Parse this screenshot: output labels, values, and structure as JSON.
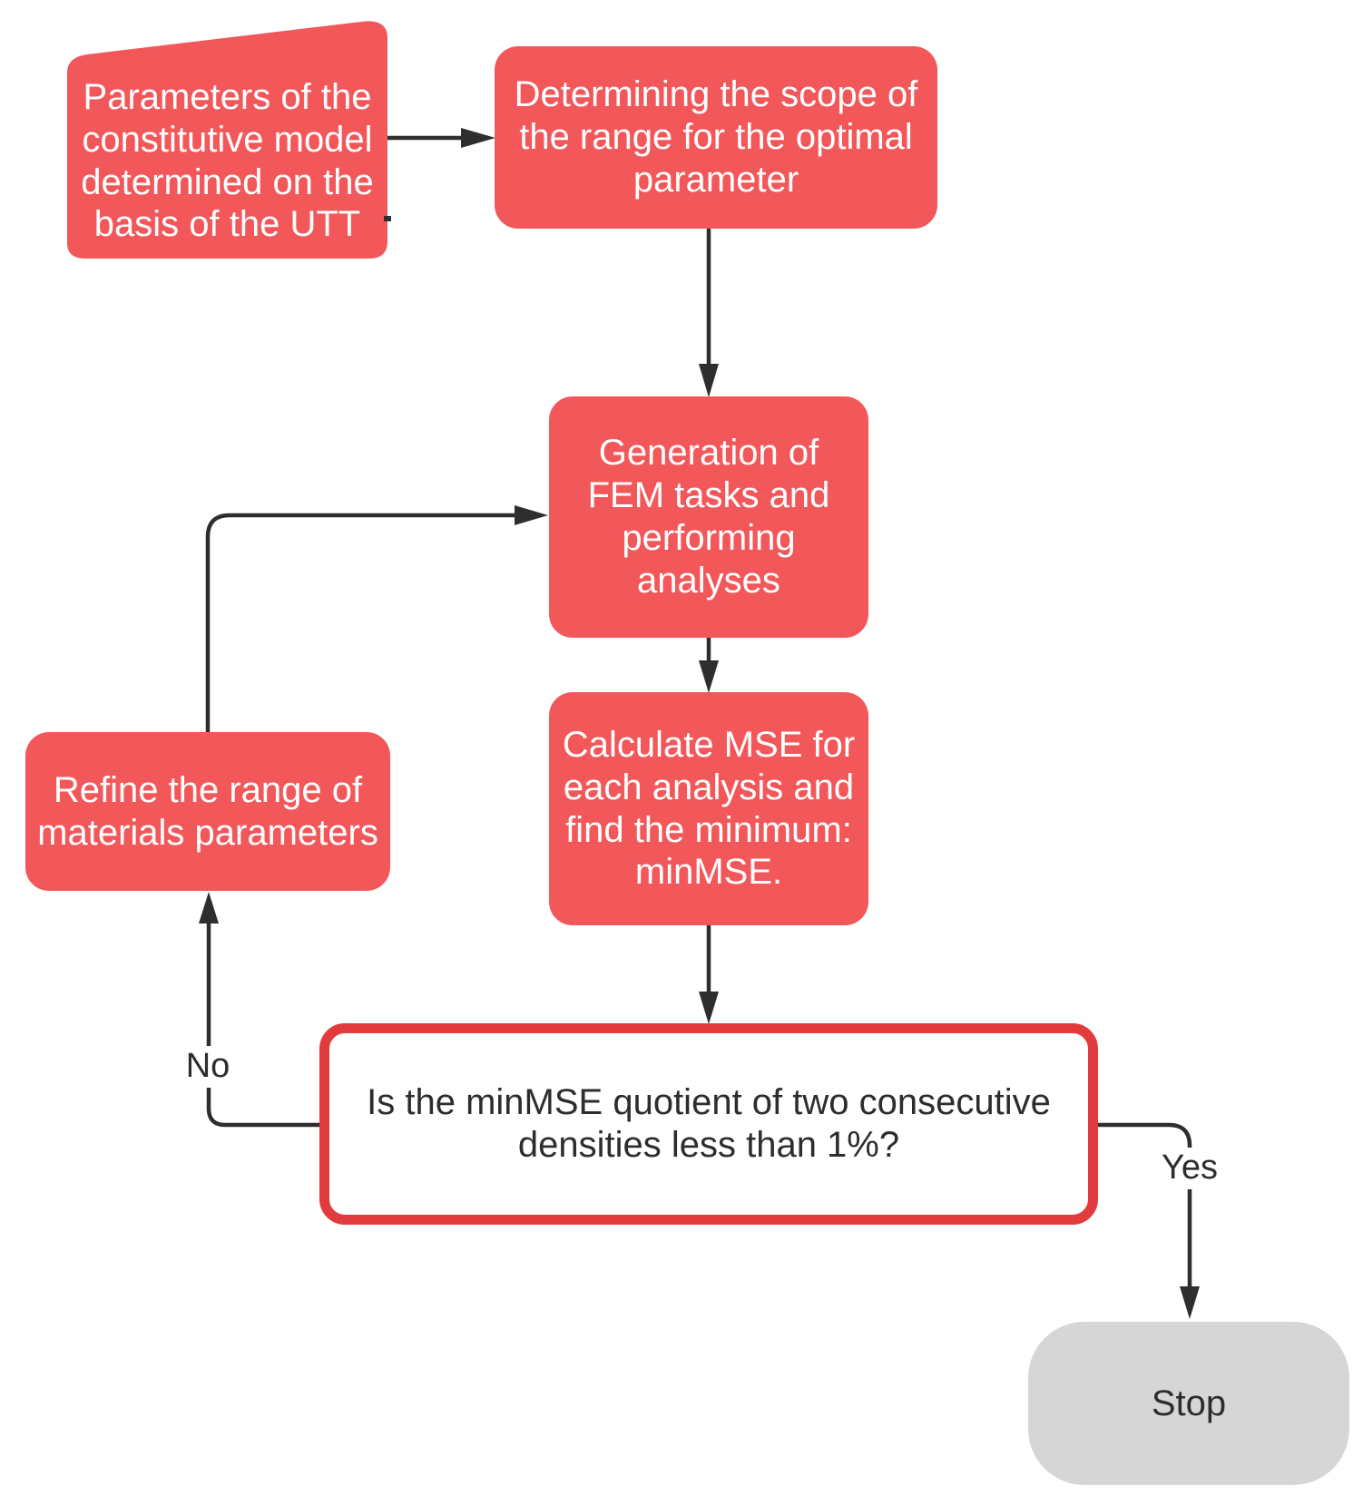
{
  "diagram": {
    "type": "flowchart",
    "nodes": {
      "start": {
        "label": "Parameters of the\nconstitutive model\ndetermined on the\nbasis of the UTT",
        "shape": "card"
      },
      "scope": {
        "label": "Determining the scope of\nthe range for the optimal\nparameter",
        "shape": "rounded-process"
      },
      "fem": {
        "label": "Generation of\nFEM tasks and\nperforming\nanalyses",
        "shape": "rounded-process"
      },
      "mse": {
        "label": "Calculate MSE for\neach analysis and\nfind the minimum:\nminMSE.",
        "shape": "rounded-process"
      },
      "decision": {
        "label": "Is the minMSE quotient of two consecutive\ndensities less than 1%?",
        "shape": "decision"
      },
      "refine": {
        "label": "Refine the range of\nmaterials parameters",
        "shape": "rounded-process"
      },
      "stop": {
        "label": "Stop",
        "shape": "terminator"
      }
    },
    "edge_labels": {
      "no": "No",
      "yes": "Yes"
    },
    "colors": {
      "node_fill": "#F2575A",
      "decision_border": "#E23B3E",
      "decision_fill": "#FFFFFF",
      "stop_fill": "#D6D6D6",
      "connector": "#2E2E2E",
      "text_light": "#FFFFFF",
      "text_dark": "#2D2D2D"
    }
  }
}
